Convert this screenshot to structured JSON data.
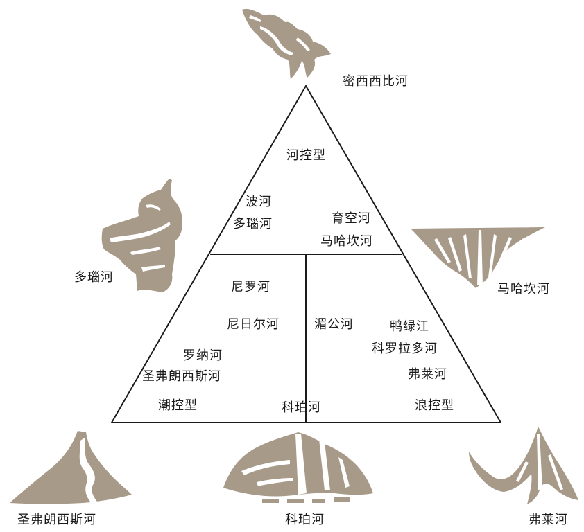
{
  "triangle": {
    "top_zone": {
      "type_label": "河控型",
      "rivers": [
        "波河",
        "多瑙河",
        "育空河",
        "马哈坎河"
      ]
    },
    "left_zone": {
      "type_label": "潮控型",
      "rivers": [
        "尼罗河",
        "尼日尔河",
        "罗纳河",
        "圣弗朗西斯河"
      ]
    },
    "right_zone": {
      "type_label": "浪控型",
      "rivers": [
        "湄公河",
        "鸭绿江",
        "科罗拉多河",
        "弗莱河"
      ]
    },
    "bottom_center": "科珀河"
  },
  "delta_sketches": {
    "mississippi": "密西西比河",
    "danube": "多瑙河",
    "mahakam": "马哈坎河",
    "sao_francisco": "圣弗朗西斯河",
    "copper": "科珀河",
    "fly": "弗莱河"
  },
  "colors": {
    "delta_fill": "#a89a89",
    "line": "#1a1a1a",
    "background": "#ffffff"
  }
}
